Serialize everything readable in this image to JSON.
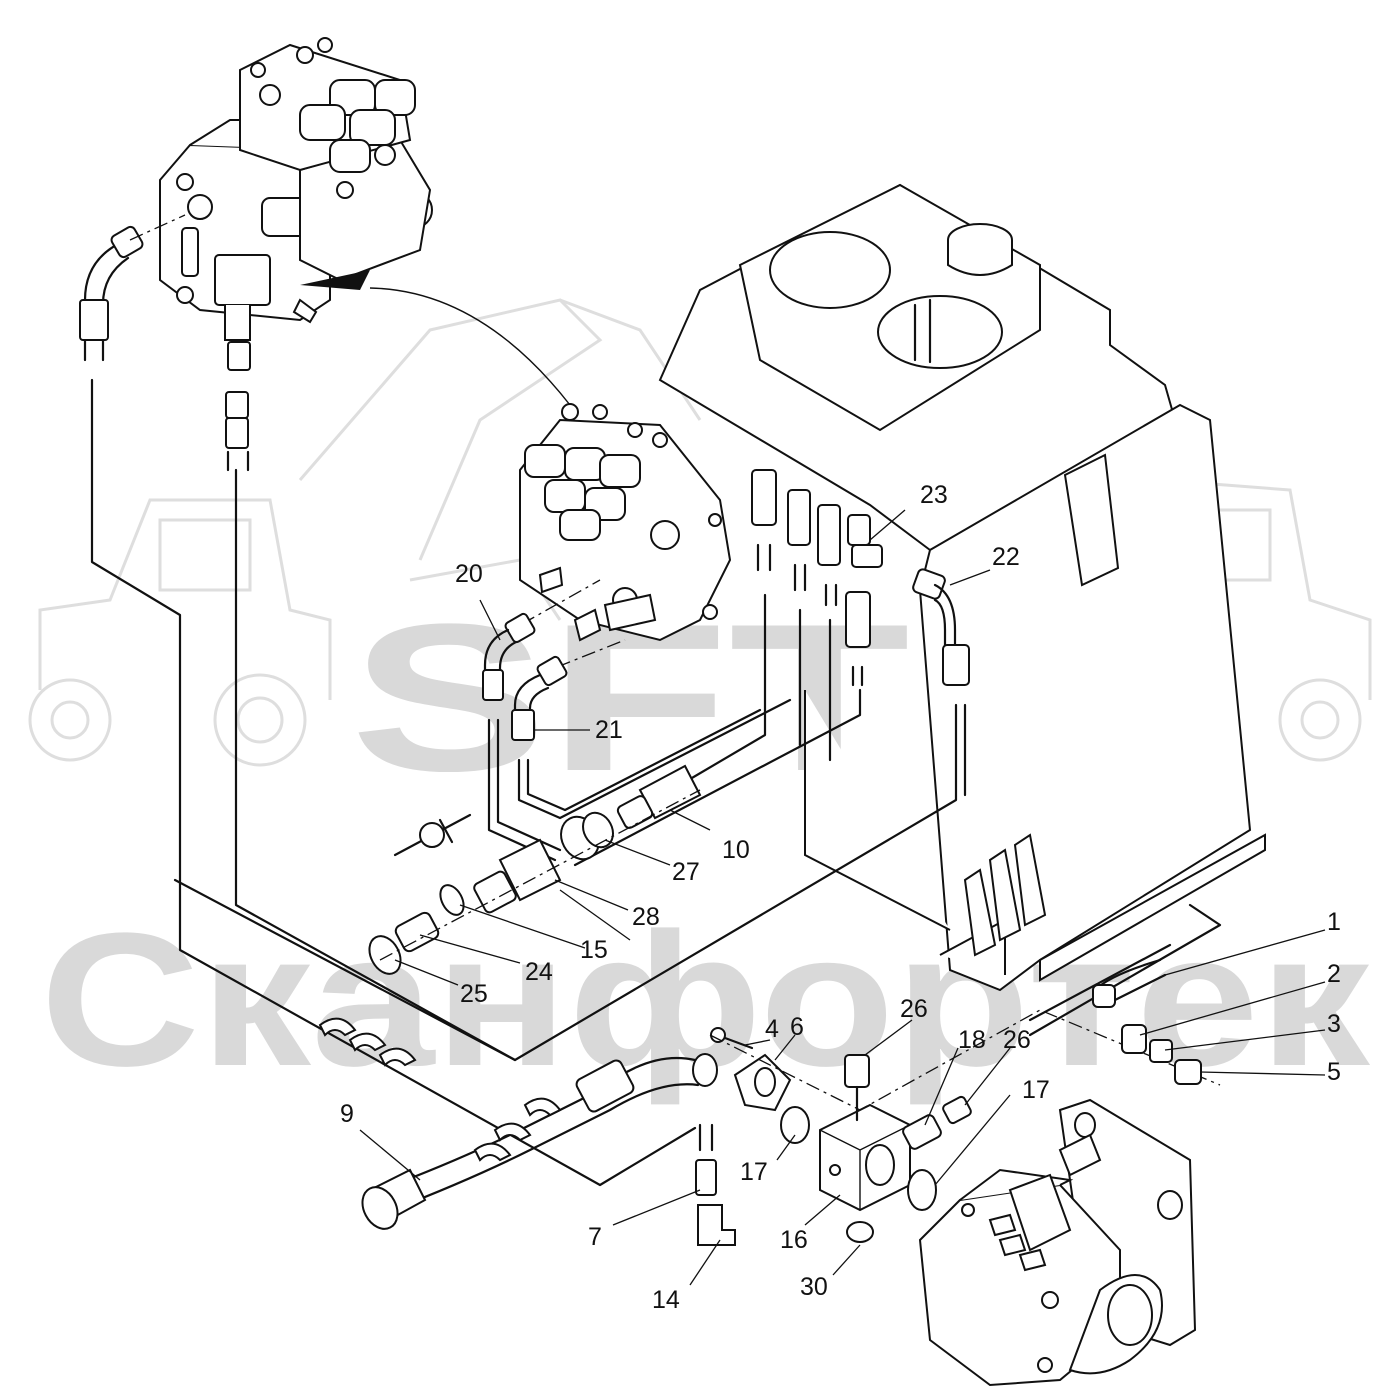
{
  "watermark": {
    "logo_text": "SFT",
    "company_text": "Сканфортек"
  },
  "callouts": [
    {
      "id": "c1",
      "label": "1"
    },
    {
      "id": "c2",
      "label": "2"
    },
    {
      "id": "c3",
      "label": "3"
    },
    {
      "id": "c4",
      "label": "4"
    },
    {
      "id": "c5",
      "label": "5"
    },
    {
      "id": "c6",
      "label": "6"
    },
    {
      "id": "c7",
      "label": "7"
    },
    {
      "id": "c9",
      "label": "9"
    },
    {
      "id": "c10",
      "label": "10"
    },
    {
      "id": "c14",
      "label": "14"
    },
    {
      "id": "c15",
      "label": "15"
    },
    {
      "id": "c16",
      "label": "16"
    },
    {
      "id": "c17a",
      "label": "17"
    },
    {
      "id": "c17b",
      "label": "17"
    },
    {
      "id": "c18",
      "label": "18"
    },
    {
      "id": "c20",
      "label": "20"
    },
    {
      "id": "c21",
      "label": "21"
    },
    {
      "id": "c22",
      "label": "22"
    },
    {
      "id": "c23",
      "label": "23"
    },
    {
      "id": "c24",
      "label": "24"
    },
    {
      "id": "c25",
      "label": "25"
    },
    {
      "id": "c26a",
      "label": "26"
    },
    {
      "id": "c26b",
      "label": "26"
    },
    {
      "id": "c27",
      "label": "27"
    },
    {
      "id": "c28",
      "label": "28"
    },
    {
      "id": "c30",
      "label": "30"
    }
  ]
}
